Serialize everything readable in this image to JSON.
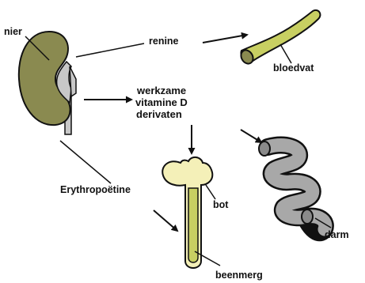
{
  "labels": {
    "nier": "nier",
    "renine": "renine",
    "bloedvat": "bloedvat",
    "vitamine_line1": "werkzame",
    "vitamine_line2": "vitamine D",
    "vitamine_line3": "derivaten",
    "erythropoetine": "Erythropoëtine",
    "bot": "bot",
    "darm": "darm",
    "beenmerg": "beenmerg"
  },
  "colors": {
    "kidney_fill": "#8a8a50",
    "kidney_shade": "#6f6f3f",
    "hilum_fill": "#c8c8c8",
    "vessel_fill": "#c8cf62",
    "bone_fill": "#f4f0b8",
    "marrow_fill": "#c8cf62",
    "intestine_fill": "#a8a8a8",
    "outline": "#111111"
  }
}
